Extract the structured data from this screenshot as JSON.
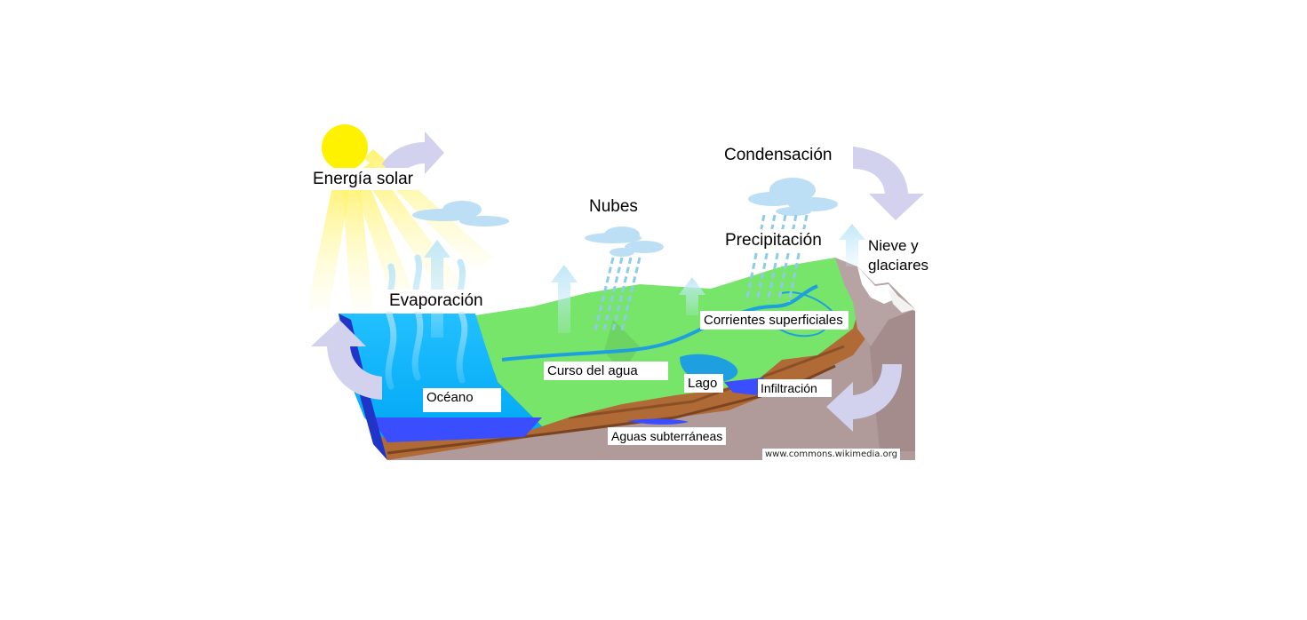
{
  "labels": {
    "solar": "Energía solar",
    "evaporation": "Evaporación",
    "clouds": "Nubes",
    "condensation": "Condensación",
    "precipitation": "Precipitación",
    "snow_line1": "Nieve y",
    "snow_line2": "glaciares",
    "streams": "Corrientes superficiales",
    "river": "Curso del agua",
    "lake": "Lago",
    "ocean": "Océano",
    "infiltration": "Infiltración",
    "groundwater": "Aguas subterráneas"
  },
  "credit": "www.commons.wikimedia.org",
  "colors": {
    "sun": "#fff200",
    "ocean": "#00b4ff",
    "deep_water": "#3a4dff",
    "land": "#77e46a",
    "soil": "#b06a35",
    "bedrock": "#b09a9a",
    "river": "#1ea0e0",
    "cycle_arrow": "#d2d2ef",
    "vapor_arrow": "#bfe6f7",
    "rain": "#8ecbe8",
    "cloud": "#bcdff5"
  }
}
